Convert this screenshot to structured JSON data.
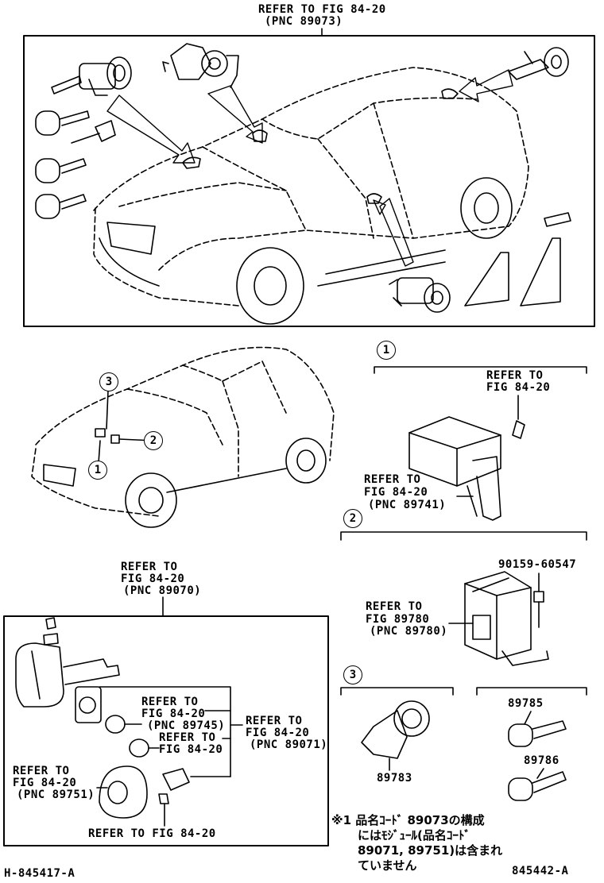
{
  "top_ref_line1": "REFER TO FIG 84-20",
  "top_ref_line2": "(PNC 89073)",
  "callouts": [
    "1",
    "2",
    "3"
  ],
  "section1": {
    "badge": "1",
    "ref_bolt_1": "REFER TO",
    "ref_bolt_2": "FIG 84-20",
    "ref_ecu_1": "REFER TO",
    "ref_ecu_2": "FIG 84-20",
    "ref_ecu_3": "(PNC 89741)"
  },
  "section2": {
    "badge": "2",
    "part_bolt": "90159-60547",
    "ref_1": "REFER TO",
    "ref_2": "FIG 89780",
    "ref_3": "(PNC 89780)"
  },
  "section3": {
    "badge": "3",
    "part_ring": "89783",
    "part_key1": "89785",
    "part_key2": "89786"
  },
  "key_set": {
    "ref_top_1": "REFER TO",
    "ref_top_2": "FIG 84-20",
    "ref_top_3": "(PNC 89070)",
    "ref_a_1": "REFER TO",
    "ref_a_2": "FIG 84-20",
    "ref_a_3": "(PNC 89745)",
    "ref_b_1": "REFER TO",
    "ref_b_2": "FIG 84-20",
    "ref_c_1": "REFER TO",
    "ref_c_2": "FIG 84-20",
    "ref_c_3": "(PNC 89071)",
    "ref_d_1": "REFER TO",
    "ref_d_2": "FIG 84-20",
    "ref_d_3": "(PNC 89751)",
    "ref_bottom": "REFER TO FIG 84-20"
  },
  "note": {
    "line1": "※1 品名ｺｰﾄﾞ 89073の構成",
    "line2": "にはﾓｼﾞｭｰﾙ(品名ｺｰﾄﾞ",
    "line3": "89071, 89751)は含まれ",
    "line4": "ていません"
  },
  "footer_left": "H-845417-A",
  "footer_right": "845442-A"
}
